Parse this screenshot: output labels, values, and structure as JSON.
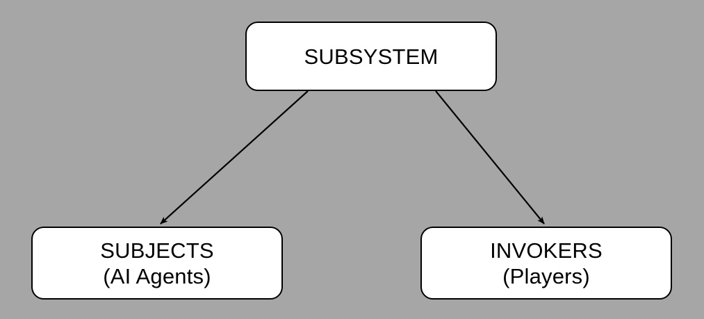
{
  "diagram": {
    "background_color": "#a6a6a6",
    "node_fill_color": "#ffffff",
    "node_border_color": "#000000",
    "edge_color": "#000000",
    "text_color": "#000000",
    "nodes": [
      {
        "id": "subsystem",
        "lines": [
          "SUBSYSTEM"
        ],
        "line1": "SUBSYSTEM"
      },
      {
        "id": "subjects",
        "lines": [
          "SUBJECTS",
          "(AI Agents)"
        ],
        "line1": "SUBJECTS",
        "line2": "(AI Agents)"
      },
      {
        "id": "invokers",
        "lines": [
          "INVOKERS",
          "(Players)"
        ],
        "line1": "INVOKERS",
        "line2": "(Players)"
      }
    ],
    "edges": [
      {
        "id": "subsystem-to-subjects",
        "from": "subsystem",
        "to": "subjects",
        "style": "solid-arrow"
      },
      {
        "id": "subsystem-to-invokers",
        "from": "subsystem",
        "to": "invokers",
        "style": "solid-arrow"
      }
    ]
  }
}
